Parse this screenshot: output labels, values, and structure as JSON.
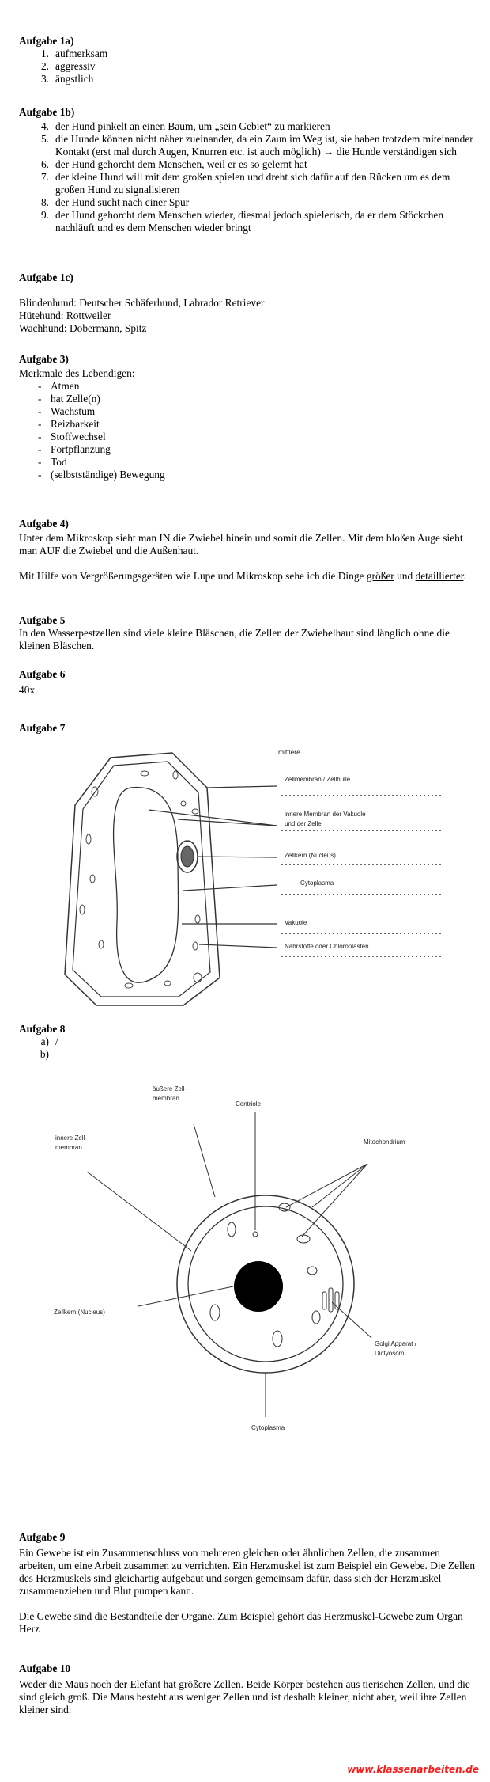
{
  "a1a": {
    "heading": "Aufgabe 1a)",
    "items": [
      {
        "n": "1.",
        "t": "aufmerksam"
      },
      {
        "n": "2.",
        "t": "aggressiv"
      },
      {
        "n": "3.",
        "t": "ängstlich"
      }
    ]
  },
  "a1b": {
    "heading": "Aufgabe 1b)",
    "items": [
      {
        "n": "4.",
        "t": "der Hund pinkelt an einen Baum, um „sein Gebiet“ zu markieren"
      },
      {
        "n": "5.",
        "t": "die Hunde können nicht näher zueinander, da ein Zaun im Weg ist, sie haben trotzdem miteinander Kontakt (erst mal durch Augen, Knurren etc. ist auch möglich) → die Hunde verständigen sich"
      },
      {
        "n": "6.",
        "t": "der Hund gehorcht dem Menschen, weil er es so gelernt hat"
      },
      {
        "n": "7.",
        "t": "der kleine Hund will mit dem großen spielen und dreht sich dafür auf den Rücken um es dem großen Hund zu signalisieren"
      },
      {
        "n": "8.",
        "t": "der Hund sucht nach einer Spur"
      },
      {
        "n": "9.",
        "t": "der Hund gehorcht dem Menschen wieder, diesmal jedoch spielerisch, da er dem Stöckchen nachläuft und es dem Menschen wieder bringt"
      }
    ]
  },
  "a1c": {
    "heading": "Aufgabe 1c)",
    "lines": [
      "Blindenhund: Deutscher Schäferhund, Labrador Retriever",
      "Hütehund: Rottweiler",
      "Wachhund: Dobermann, Spitz"
    ]
  },
  "a3": {
    "heading": "Aufgabe 3)",
    "intro": "Merkmale des Lebendigen:",
    "dash": "-",
    "items": [
      "Atmen",
      "hat Zelle(n)",
      "Wachstum",
      "Reizbarkeit",
      "Stoffwechsel",
      "Fortpflanzung",
      "Tod",
      "(selbstständige) Bewegung"
    ]
  },
  "a4": {
    "heading": "Aufgabe 4)",
    "p1": "Unter dem Mikroskop sieht man IN die Zwiebel hinein und somit die Zellen. Mit dem bloßen Auge sieht man AUF die Zwiebel und die Außenhaut.",
    "p2_pre": "Mit Hilfe von Vergrößerungsgeräten wie Lupe und Mikroskop sehe ich die Dinge ",
    "p2_u1": "größer",
    "p2_mid": " und ",
    "p2_u2": "detaillierter",
    "p2_end": "."
  },
  "a5": {
    "heading": "Aufgabe 5",
    "text": "In den Wasserpestzellen sind viele kleine Bläschen, die Zellen der Zwiebelhaut sind länglich ohne die kleinen Bläschen."
  },
  "a6": {
    "heading": "Aufgabe 6",
    "text": "40x"
  },
  "a7": {
    "heading": "Aufgabe 7",
    "labels": {
      "mittlere": "mittlere",
      "membran": "Zellmembran / Zellhülle",
      "vak1": "innere Membran der Vakuole",
      "vak2": "und der Zelle",
      "kern": "Zellkern (Nucleus)",
      "cyto": "Cytoplasma",
      "vakuole": "Vakuole",
      "chloro": "Nährstoffe oder Chloroplasten"
    }
  },
  "a8": {
    "heading": "Aufgabe 8",
    "a": "a)",
    "a_text": "/",
    "b": "b)",
    "labels": {
      "aussen1": "äußere Zell-",
      "aussen2": "membran",
      "innen1": "innere Zell-",
      "innen2": "membran",
      "centriole": "Centriole",
      "mito": "Mitochondrium",
      "kern": "Zellkern (Nucleus)",
      "golgi1": "Golgi Apparat /",
      "golgi2": "Dictyosom",
      "cyto": "Cytoplasma"
    }
  },
  "a9": {
    "heading": "Aufgabe 9",
    "p1": "Ein Gewebe ist ein Zusammenschluss von mehreren gleichen oder ähnlichen Zellen, die zusammen arbeiten, um eine Arbeit zusammen zu verrichten. Ein Herzmuskel ist zum Beispiel ein Gewebe. Die Zellen des Herzmuskels sind gleichartig aufgebaut und sorgen gemeinsam dafür, dass sich der Herzmuskel zusammenziehen und Blut pumpen kann.",
    "p2": "Die Gewebe sind die Bestandteile der Organe. Zum Beispiel gehört das Herzmuskel-Gewebe zum Organ Herz"
  },
  "a10": {
    "heading": "Aufgabe 10",
    "p1": "Weder die Maus noch der Elefant hat größere Zellen. Beide Körper bestehen aus tierischen Zellen, und die sind gleich groß. Die Maus besteht aus weniger Zellen und ist deshalb kleiner, nicht aber, weil ihre Zellen kleiner sind."
  },
  "footer": "www.klassenarbeiten.de"
}
